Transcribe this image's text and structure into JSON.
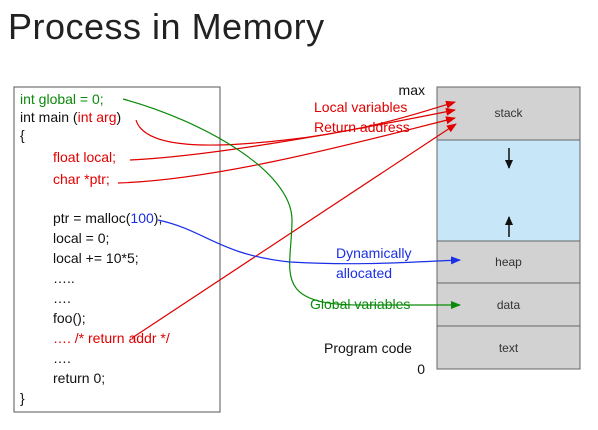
{
  "title": "Process in Memory",
  "colors": {
    "black": "#111111",
    "red": "#e00000",
    "green": "#0a8a0a",
    "blue": "#1a2ee6",
    "segment_gray": "#d2d2d2",
    "free_space": "#c7e7f8"
  },
  "code": {
    "global_decl": "int global = 0;",
    "main_prefix": "int main (",
    "main_arg": "int arg",
    "main_suffix": ")",
    "open_brace": "{",
    "float_local": "float  local;",
    "char_ptr": "char *ptr;",
    "malloc_prefix": "ptr = malloc(",
    "malloc_arg": "100",
    "malloc_suffix": ");",
    "local_assign": "local = 0;",
    "local_add": "local += 10*5;",
    "dots1": "…..",
    "dots2": "….",
    "foo_call": "foo();",
    "return_comment": "…. /* return addr */",
    "dots3": "….",
    "return_stmt": "return 0;",
    "close_brace": "}"
  },
  "labels": {
    "local_variables": "Local variables",
    "return_address": "Return address",
    "dynamically": "Dynamically",
    "allocated": "allocated",
    "global_variables": "Global variables",
    "program_code": "Program code",
    "max": "max",
    "zero": "0"
  },
  "segments": {
    "stack": "stack",
    "heap": "heap",
    "data": "data",
    "text": "text"
  }
}
